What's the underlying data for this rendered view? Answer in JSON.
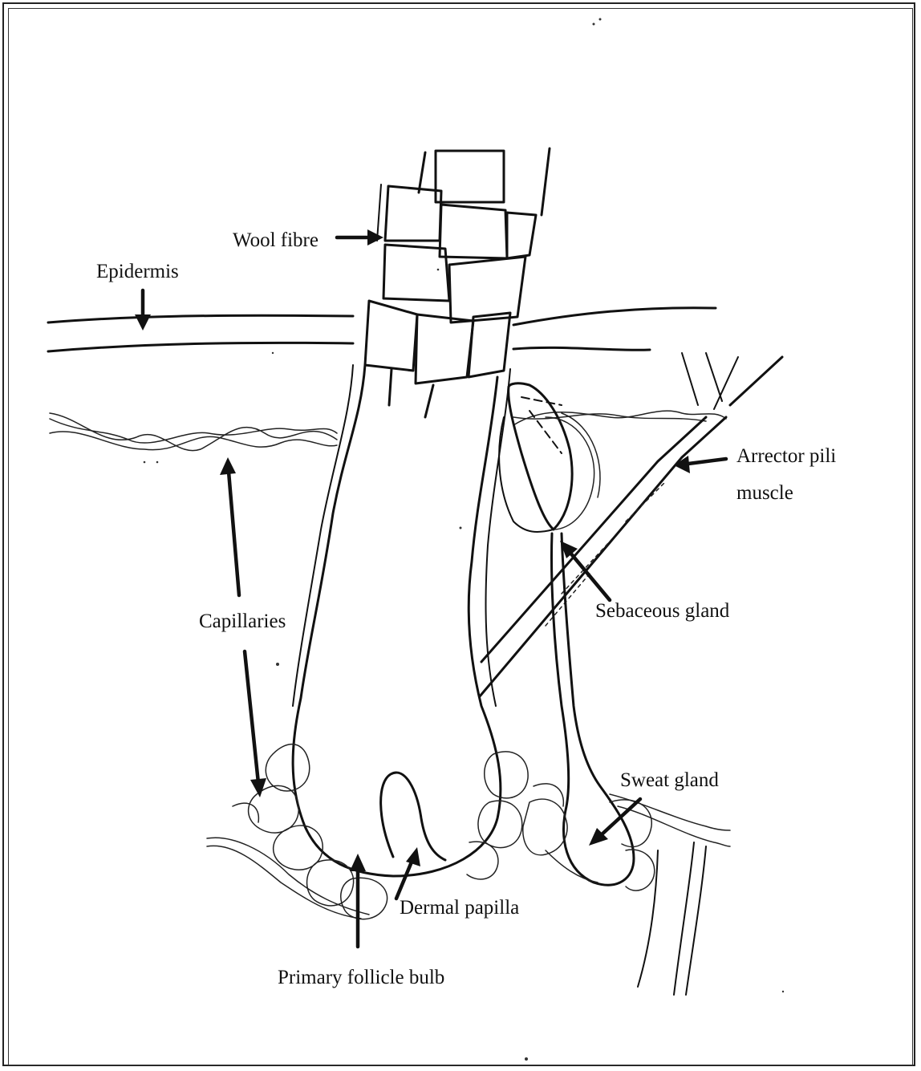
{
  "labels": {
    "wool_fibre": "Wool fibre",
    "epidermis": "Epidermis",
    "capillaries": "Capillaries",
    "arrector_pili_line1": "Arrector pili",
    "arrector_pili_line2": "muscle",
    "sebaceous_gland": "Sebaceous gland",
    "sweat_gland": "Sweat gland",
    "dermal_papilla": "Dermal papilla",
    "primary_follicle_bulb": "Primary follicle bulb"
  },
  "colors": {
    "ink": "#111111",
    "background": "#ffffff"
  }
}
